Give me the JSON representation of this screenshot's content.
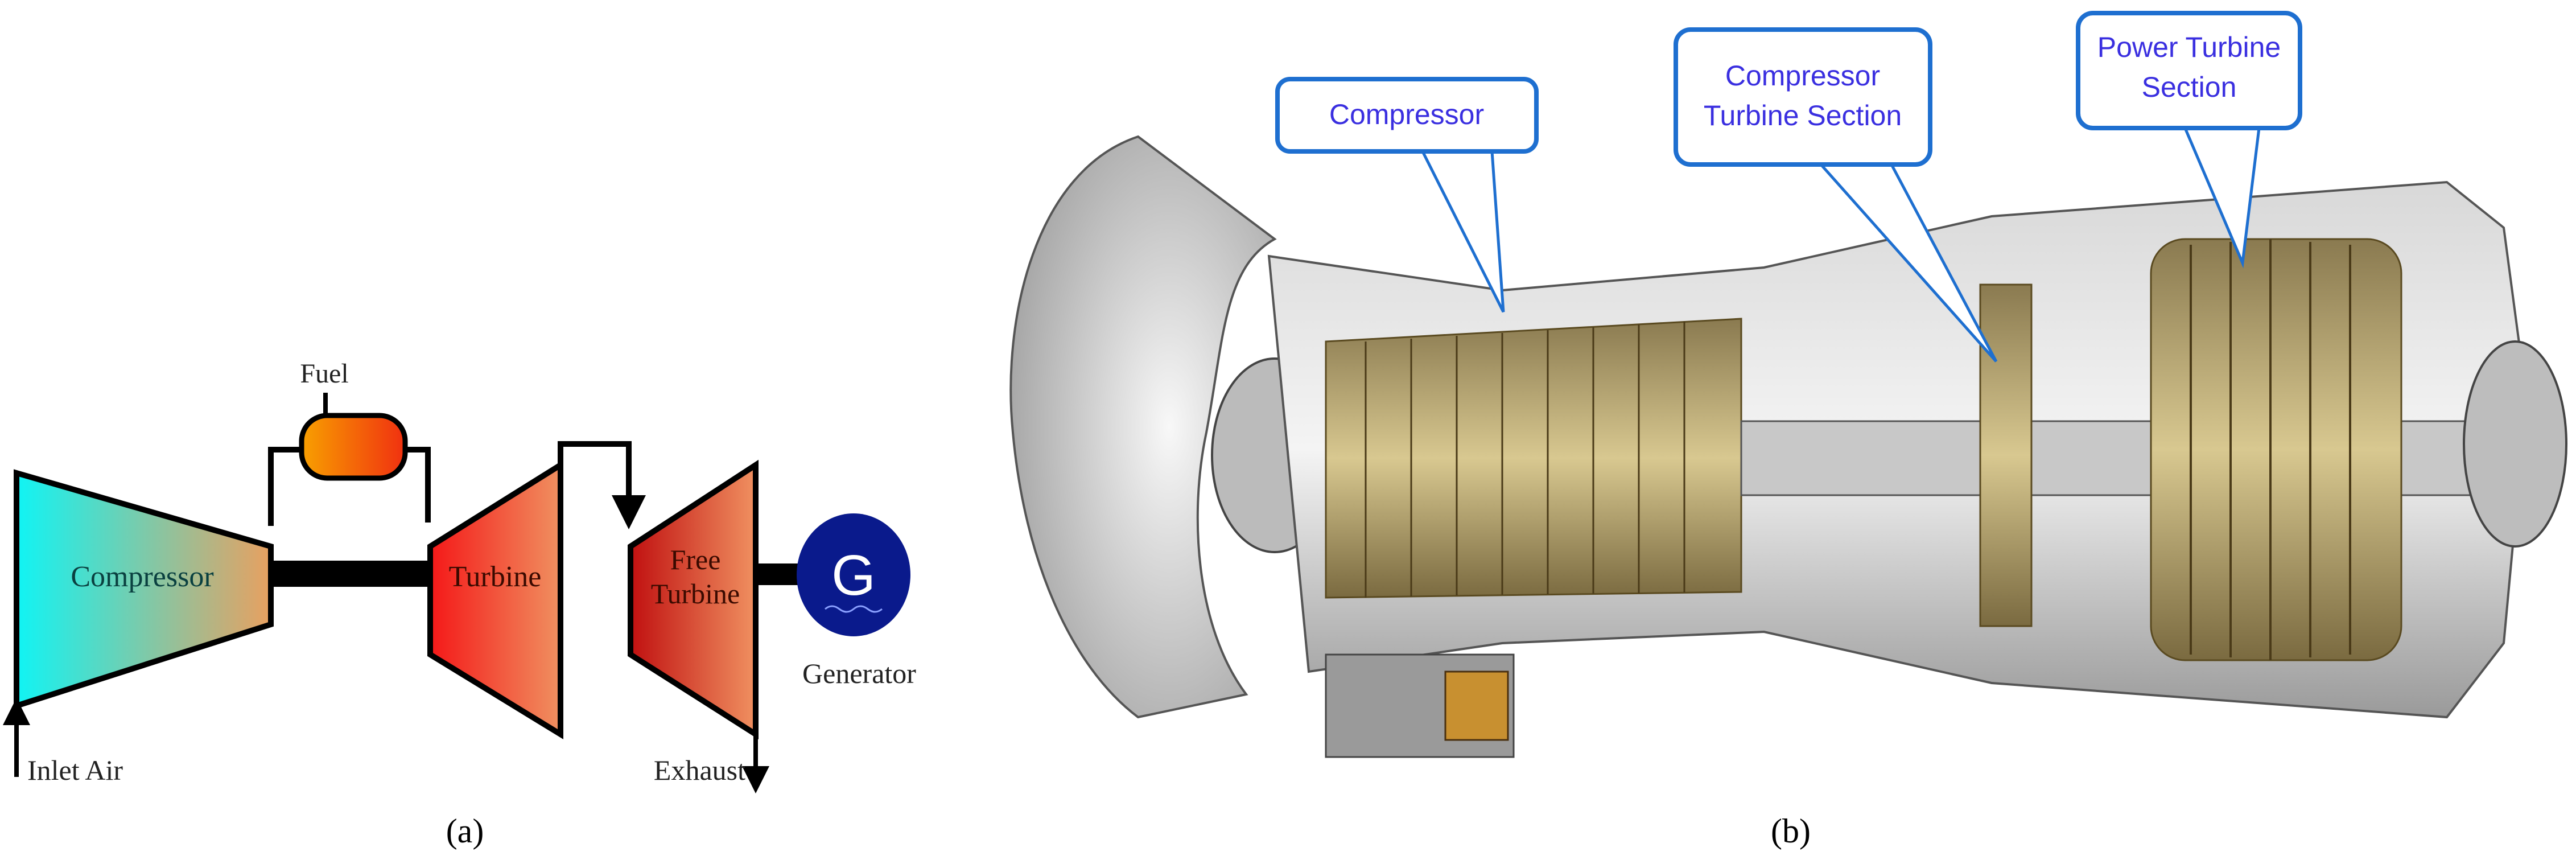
{
  "panel_a": {
    "caption": "(a)",
    "fuel_label": "Fuel",
    "compressor_label": "Compressor",
    "turbine_label": "Turbine",
    "free_turbine_label_line1": "Free",
    "free_turbine_label_line2": "Turbine",
    "generator_symbol": "G",
    "generator_label": "Generator",
    "inlet_label": "Inlet Air",
    "exhaust_label": "Exhaust"
  },
  "panel_b": {
    "caption": "(b)",
    "callouts": [
      {
        "line1": "Compressor",
        "line2": ""
      },
      {
        "line1": "Compressor",
        "line2": "Turbine Section"
      },
      {
        "line1": "Power Turbine",
        "line2": "Section"
      }
    ]
  },
  "colors": {
    "callout_border": "#1e6fd0",
    "callout_text": "#3a2fe0",
    "generator": "#0a1a8c"
  }
}
